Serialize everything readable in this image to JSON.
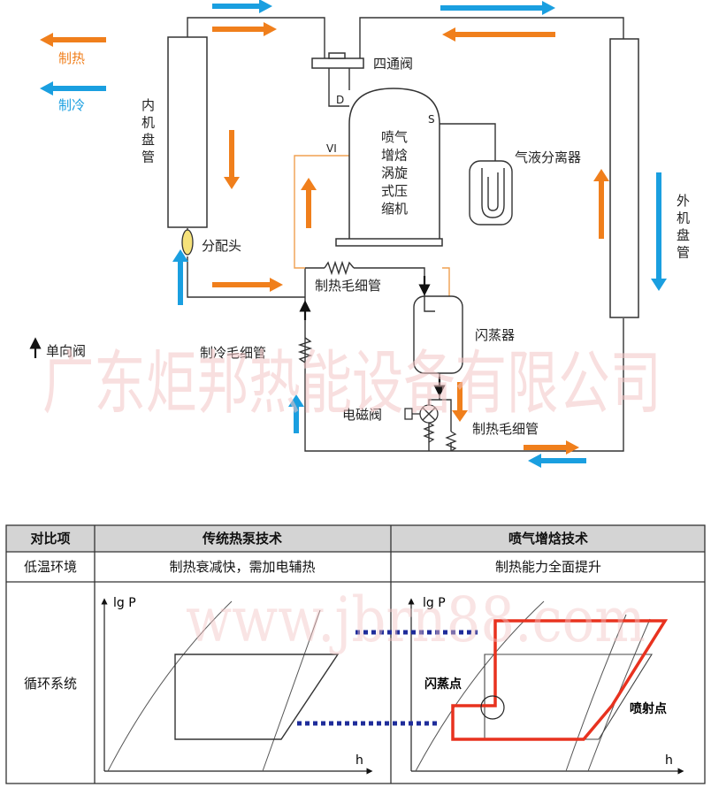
{
  "diagram": {
    "legend": {
      "heating": "制热",
      "cooling": "制冷",
      "check_valve": "单向阀"
    },
    "components": {
      "indoor_coil": "内机盘管",
      "outdoor_coil": "外机盘管",
      "four_way_valve": "四通阀",
      "compressor": "喷气增焓涡旋式压缩机",
      "gas_liquid_separator": "气液分离器",
      "distributor": "分配头",
      "heating_capillary_top": "制热毛细管",
      "cooling_capillary": "制冷毛细管",
      "flash_evaporator": "闪蒸器",
      "solenoid_valve": "电磁阀",
      "heating_capillary_bottom": "制热毛细管"
    },
    "ports": {
      "discharge": "D",
      "suction": "S",
      "injection": "VI"
    },
    "watermark": "广东炬邦热能设备有限公司",
    "colors": {
      "heating": "#f07f1c",
      "cooling": "#1a9fe0",
      "line": "#333333",
      "cycle": "#e8321f",
      "watermark": "#f2c4c4"
    }
  },
  "table": {
    "headers": [
      "对比项",
      "传统热泵技术",
      "喷气增焓技术"
    ],
    "rows": [
      [
        "低温环境",
        "制热衰减快，需加电辅热",
        "制热能力全面提升"
      ],
      [
        "循环系统",
        "",
        ""
      ]
    ],
    "chart_left": {
      "ylabel": "lg P",
      "xlabel": "h"
    },
    "chart_right": {
      "ylabel": "lg P",
      "xlabel": "h",
      "flash_point": "闪蒸点",
      "injection_point": "喷射点"
    },
    "watermark": "www.jbrn88.com"
  }
}
